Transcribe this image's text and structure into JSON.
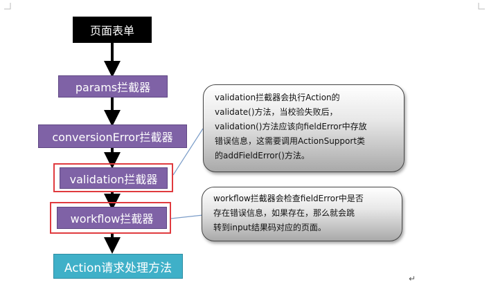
{
  "nodes": {
    "form": "页面表单",
    "params": "params拦截器",
    "conversion": "conversionError拦截器",
    "validation": "validation拦截器",
    "workflow": "workflow拦截器",
    "action": "Action请求处理方法"
  },
  "notes": {
    "validation": [
      "validation拦截器会执行Action的",
      "validate()方法，当校验失败后，",
      "validation()方法应该向fieldError中存放",
      "错误信息，这需要调用ActionSupport类",
      "的addFieldError()方法。"
    ],
    "workflow": [
      "workflow拦截器会检查fieldError中是否",
      "存在错误信息，如果存在，那么就会跳",
      "转到input结果码对应的页面。"
    ]
  },
  "colors": {
    "form_bg": "#000000",
    "interceptor_bg": "#7f62a6",
    "action_bg": "#3fb0c8",
    "highlight": "#e03a3e",
    "connector": "#7a9cc8"
  },
  "paragraph_mark": "↵"
}
